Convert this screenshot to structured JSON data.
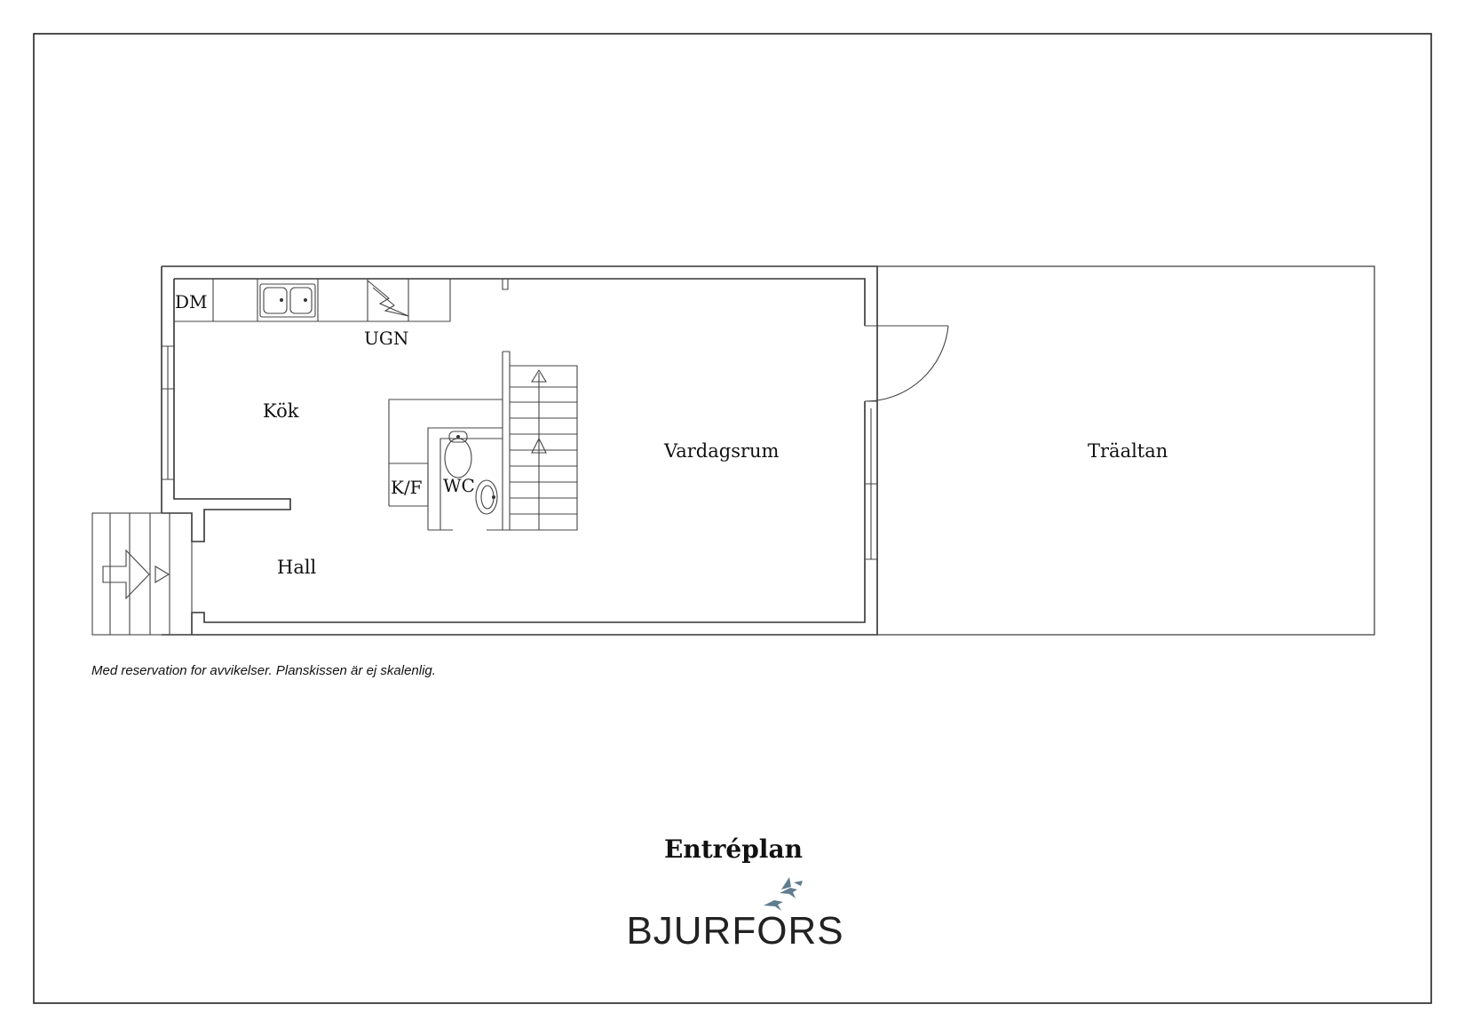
{
  "rooms": {
    "kok": "Kök",
    "hall": "Hall",
    "vardagsrum": "Vardagsrum",
    "traaltan": "Träaltan",
    "wc": "WC",
    "kf": "K/F"
  },
  "fixtures": {
    "dm": "DM",
    "ugn": "UGN"
  },
  "disclaimer": "Med reservation for avvikelser. Planskissen är ej skalenlig.",
  "title": "Entréplan",
  "brand": {
    "name": "BJURFORS",
    "icon": "birds-logo-icon",
    "color": "#5f7d8e"
  }
}
